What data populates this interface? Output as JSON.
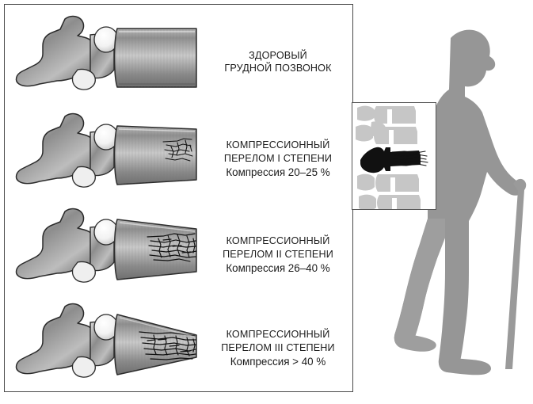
{
  "figure": {
    "title_semantic": "vertebral-compression-fracture-grades",
    "language": "ru",
    "background_color": "#ffffff",
    "frame_border_color": "#4a4a4a",
    "text_color": "#1b1b1b",
    "bone_gray_light": "#d8d8d8",
    "bone_gray_mid": "#9a9a9a",
    "bone_gray_dark": "#5e5e5e",
    "bone_outline": "#2b2b2b",
    "crack_color": "#111111",
    "silhouette_color": "#969696",
    "inset_vertebra_gray": "#c6c6c6",
    "inset_fracture_black": "#111111",
    "inset_border_color": "#555555"
  },
  "rows": [
    {
      "id": "healthy",
      "grade": 0,
      "caption_line1": "ЗДОРОВЫЙ",
      "caption_line2": "ГРУДНОЙ ПОЗВОНОК",
      "compression_text": "",
      "has_cracks": false,
      "wedge_ratio": 1.0,
      "crack_density": 0
    },
    {
      "id": "grade-1",
      "grade": 1,
      "caption_line1": "КОМПРЕССИОННЫЙ",
      "caption_line2": "ПЕРЕЛОМ I СТЕПЕНИ",
      "compression_text": "Компрессия 20–25 %",
      "has_cracks": true,
      "wedge_ratio": 0.78,
      "crack_density": 1
    },
    {
      "id": "grade-2",
      "grade": 2,
      "caption_line1": "КОМПРЕССИОННЫЙ",
      "caption_line2": "ПЕРЕЛОМ II СТЕПЕНИ",
      "compression_text": "Компрессия 26–40 %",
      "has_cracks": true,
      "wedge_ratio": 0.63,
      "crack_density": 2
    },
    {
      "id": "grade-3",
      "grade": 3,
      "caption_line1": "КОМПРЕССИОННЫЙ",
      "caption_line2": "ПЕРЕЛОМ III СТЕПЕНИ",
      "compression_text": "Компрессия > 40 %",
      "has_cracks": true,
      "wedge_ratio": 0.4,
      "crack_density": 3
    }
  ],
  "inset": {
    "name": "spine-xray-inset",
    "description_semantic": "three-vertebrae-with-one-collapsed-black-vertebra",
    "vertebra_count": 3,
    "fractured_index": 1
  },
  "person": {
    "name": "elderly-person-silhouette",
    "posture": "stooped-kyphotic",
    "has_cane": true
  }
}
